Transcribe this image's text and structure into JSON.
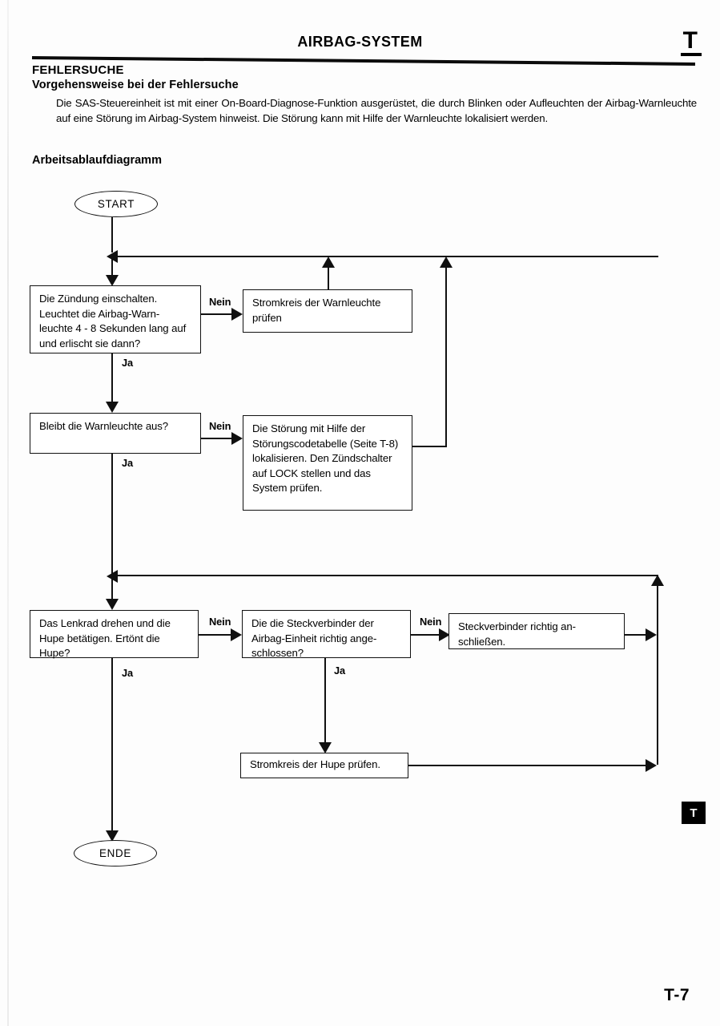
{
  "header": {
    "title": "AIRBAG-SYSTEM",
    "corner_tab": "T",
    "section_title": "FEHLERSUCHE",
    "subsection_title": "Vorgehensweise bei der Fehlersuche",
    "intro_paragraph": "Die SAS-Steuereinheit ist mit einer On-Board-Diagnose-Funktion ausgerüstet, die durch Blinken oder Aufleuchten der Airbag-Warnleuchte auf eine Störung im Airbag-System hinweist. Die Störung kann mit Hilfe der Warnleuchte lokalisiert werden.",
    "diagram_title": "Arbeitsablaufdiagramm"
  },
  "flowchart": {
    "start_label": "START",
    "end_label": "ENDE",
    "yes_label": "Ja",
    "no_label": "Nein",
    "nodes": {
      "q1": "Die Zündung einschalten. Leuchtet die Airbag-Warn-leuchte 4 - 8 Sekunden lang auf und erlischt sie dann?",
      "a1": "Stromkreis der Warnleuchte prüfen",
      "q2": "Bleibt die Warnleuchte aus?",
      "a2": "Die Störung mit Hilfe der Störungscodetabelle (Seite T-8) lokalisieren. Den Zündschalter auf LOCK stellen und das System prüfen.",
      "q3": "Das Lenkrad drehen und die Hupe betätigen. Ertönt die Hupe?",
      "q4": "Die die Steckverbinder der Airbag-Einheit richtig ange-schlossen?",
      "a4": "Steckverbinder richtig an-schließen.",
      "a3": "Stromkreis der Hupe prüfen."
    },
    "branch_labels": {
      "q1_no": "Nein",
      "q1_yes": "Ja",
      "q2_no": "Nein",
      "q2_yes": "Ja",
      "q3_no": "Nein",
      "q3_yes": "Ja",
      "q4_no": "Nein",
      "q4_yes": "Ja"
    }
  },
  "footer": {
    "side_tab": "T",
    "page_number": "T-7"
  },
  "colors": {
    "ink": "#101010",
    "paper": "#fdfdfd"
  }
}
